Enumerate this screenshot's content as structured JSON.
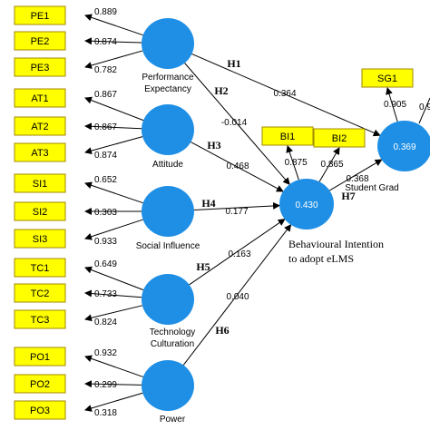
{
  "diagram": {
    "indicators": [
      {
        "id": "PE1",
        "label": "PE1"
      },
      {
        "id": "PE2",
        "label": "PE2"
      },
      {
        "id": "PE3",
        "label": "PE3"
      },
      {
        "id": "AT1",
        "label": "AT1"
      },
      {
        "id": "AT2",
        "label": "AT2"
      },
      {
        "id": "AT3",
        "label": "AT3"
      },
      {
        "id": "SI1",
        "label": "SI1"
      },
      {
        "id": "SI2",
        "label": "SI2"
      },
      {
        "id": "SI3",
        "label": "SI3"
      },
      {
        "id": "TC1",
        "label": "TC1"
      },
      {
        "id": "TC2",
        "label": "TC2"
      },
      {
        "id": "TC3",
        "label": "TC3"
      },
      {
        "id": "PO1",
        "label": "PO1"
      },
      {
        "id": "PO2",
        "label": "PO2"
      },
      {
        "id": "PO3",
        "label": "PO3"
      },
      {
        "id": "BI1",
        "label": "BI1"
      },
      {
        "id": "BI2",
        "label": "BI2"
      },
      {
        "id": "SG1",
        "label": "SG1"
      }
    ],
    "constructs": [
      {
        "id": "PE",
        "label_lines": [
          "Performance",
          "Expectancy"
        ],
        "value": ""
      },
      {
        "id": "AT",
        "label_lines": [
          "Attitude"
        ],
        "value": ""
      },
      {
        "id": "SI",
        "label_lines": [
          "Social Influence"
        ],
        "value": ""
      },
      {
        "id": "TC",
        "label_lines": [
          "Technology",
          "Culturation"
        ],
        "value": ""
      },
      {
        "id": "PO",
        "label_lines": [
          "Power"
        ],
        "value": ""
      },
      {
        "id": "BI",
        "label_lines": [
          "Behavioural Intention",
          "to adopt eLMS"
        ],
        "value": "0.430"
      },
      {
        "id": "SG",
        "label_lines": [
          "Student Grad"
        ],
        "value": "0.369"
      }
    ],
    "loadings": [
      {
        "construct": "PE",
        "indicator": "PE1",
        "value": "0.889"
      },
      {
        "construct": "PE",
        "indicator": "PE2",
        "value": "0.874"
      },
      {
        "construct": "PE",
        "indicator": "PE3",
        "value": "0.782"
      },
      {
        "construct": "AT",
        "indicator": "AT1",
        "value": "0.867"
      },
      {
        "construct": "AT",
        "indicator": "AT2",
        "value": "0.867"
      },
      {
        "construct": "AT",
        "indicator": "AT3",
        "value": "0.874"
      },
      {
        "construct": "SI",
        "indicator": "SI1",
        "value": "0.652"
      },
      {
        "construct": "SI",
        "indicator": "SI2",
        "value": "0.303"
      },
      {
        "construct": "SI",
        "indicator": "SI3",
        "value": "0.933"
      },
      {
        "construct": "TC",
        "indicator": "TC1",
        "value": "0.649"
      },
      {
        "construct": "TC",
        "indicator": "TC2",
        "value": "0.733"
      },
      {
        "construct": "TC",
        "indicator": "TC3",
        "value": "0.824"
      },
      {
        "construct": "PO",
        "indicator": "PO1",
        "value": "0.932"
      },
      {
        "construct": "PO",
        "indicator": "PO2",
        "value": "0.299"
      },
      {
        "construct": "PO",
        "indicator": "PO3",
        "value": "0.318"
      },
      {
        "construct": "BI",
        "indicator": "BI1",
        "value": "0.875"
      },
      {
        "construct": "BI",
        "indicator": "BI2",
        "value": "0.865"
      },
      {
        "construct": "SG",
        "indicator": "SG1",
        "value": "0.905"
      }
    ],
    "paths": [
      {
        "from": "PE",
        "to": "SG",
        "value": "0.364",
        "hypothesis": "H1"
      },
      {
        "from": "PE",
        "to": "BI",
        "value": "-0.014",
        "hypothesis": "H2"
      },
      {
        "from": "AT",
        "to": "BI",
        "value": "0.468",
        "hypothesis": "H3"
      },
      {
        "from": "SI",
        "to": "BI",
        "value": "0.177",
        "hypothesis": "H4"
      },
      {
        "from": "TC",
        "to": "BI",
        "value": "0.163",
        "hypothesis": "H5"
      },
      {
        "from": "PO",
        "to": "BI",
        "value": "0.040",
        "hypothesis": "H6"
      },
      {
        "from": "BI",
        "to": "SG",
        "value": "0.368",
        "hypothesis": "H7"
      }
    ],
    "truncated_text": {
      "sg_second_loading": "0.9"
    },
    "colors": {
      "indicator_fill": "#ffff00",
      "construct_fill": "#1f8fe5",
      "line": "#000000"
    }
  }
}
